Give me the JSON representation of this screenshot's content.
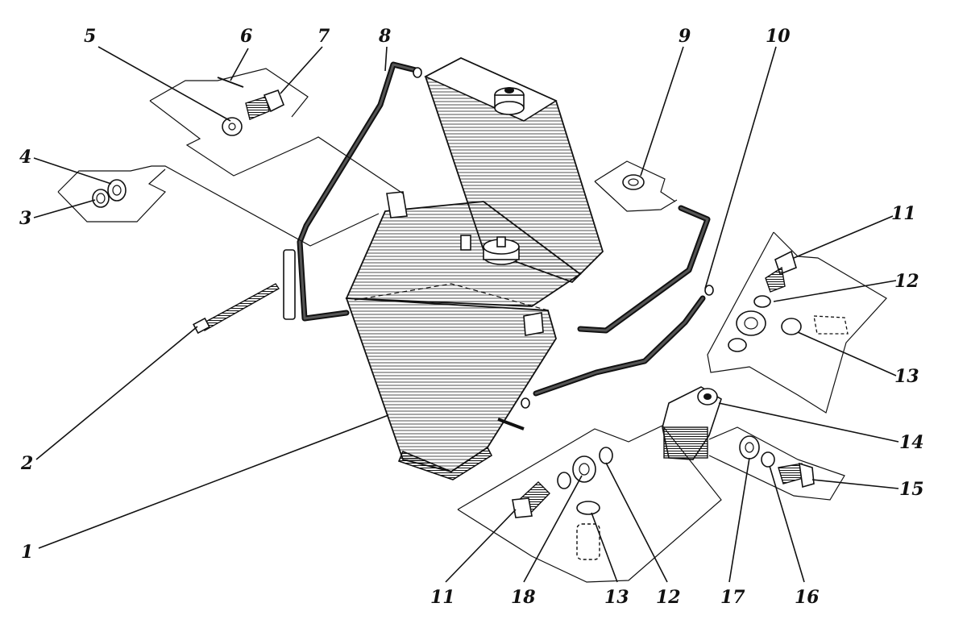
{
  "callouts": {
    "n1": "1",
    "n2": "2",
    "n3": "3",
    "n4": "4",
    "n5": "5",
    "n6": "6",
    "n7": "7",
    "n8": "8",
    "n9": "9",
    "n10": "10",
    "n11a": "11",
    "n12a": "12",
    "n13a": "13",
    "n14": "14",
    "n15": "15",
    "n11b": "11",
    "n18": "18",
    "n13b": "13",
    "n12b": "12",
    "n17": "17",
    "n16": "16"
  }
}
